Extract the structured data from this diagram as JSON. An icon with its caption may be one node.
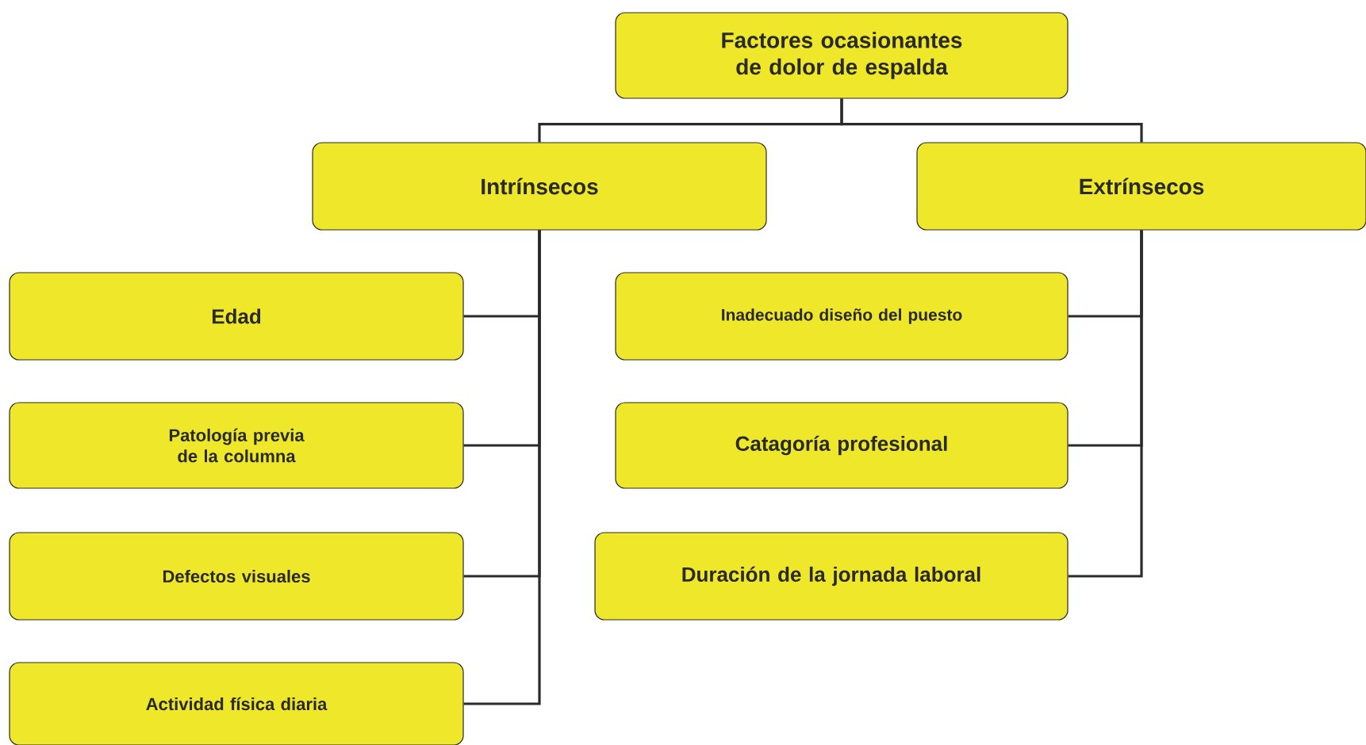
{
  "diagram": {
    "nodes": [
      {
        "text": [
          "Factores ocasionantes de dolor de espalda"
        ]
      },
      {
        "text": [
          "Intrínsecos"
        ]
      },
      {
        "text": [
          "Extrínsecos"
        ]
      },
      {
        "text": [
          "Edad"
        ]
      },
      {
        "text": [
          "Patología previa de la columna"
        ]
      },
      {
        "text": [
          "Defectos visuales"
        ]
      },
      {
        "text": [
          "Actividad física diaria"
        ]
      },
      {
        "text": [
          "Inadecuado diseño del puesto"
        ]
      },
      {
        "text": [
          "Catagoría profesional"
        ]
      },
      {
        "text": [
          "Duración de la jornada laboral"
        ]
      }
    ],
    "edges": [
      {
        "from": 0,
        "to": 1,
        "arrow": "none"
      },
      {
        "from": 0,
        "to": 2,
        "arrow": "none"
      },
      {
        "from": 1,
        "to": 3,
        "arrow": "none"
      },
      {
        "from": 1,
        "to": 4,
        "arrow": "none"
      },
      {
        "from": 1,
        "to": 5,
        "arrow": "none"
      },
      {
        "from": 1,
        "to": 6,
        "arrow": "none"
      },
      {
        "from": 2,
        "to": 7,
        "arrow": "none"
      },
      {
        "from": 2,
        "to": 8,
        "arrow": "none"
      },
      {
        "from": 2,
        "to": 9,
        "arrow": "none"
      }
    ]
  }
}
